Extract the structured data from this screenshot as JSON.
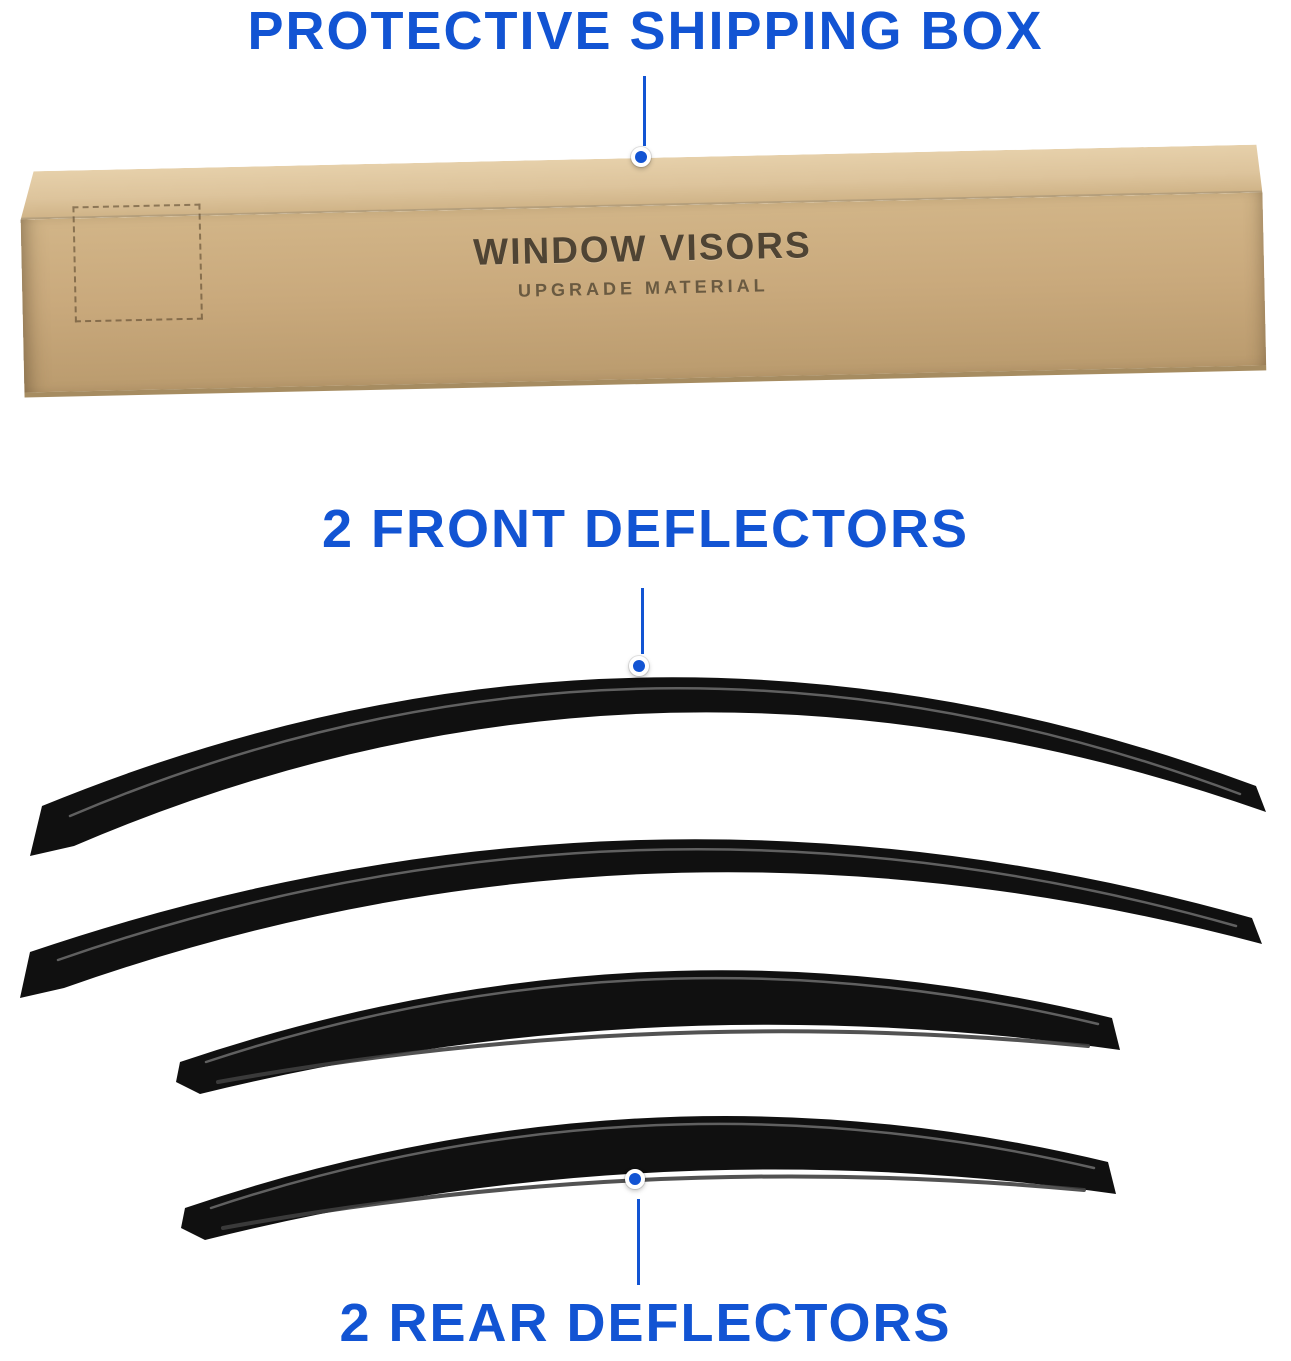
{
  "colors": {
    "accent_blue": "#1254d3",
    "kraft_front": "#c9a97c",
    "kraft_top": "#ddc49c",
    "kraft_dark": "#a68c61",
    "visor_black": "#101010",
    "box_text": "#4f4434"
  },
  "callouts": {
    "box": {
      "label": "PROTECTIVE SHIPPING BOX"
    },
    "front": {
      "label": "2 FRONT DEFLECTORS"
    },
    "rear": {
      "label": "2 REAR DEFLECTORS"
    }
  },
  "box": {
    "title": "WINDOW VISORS",
    "subtitle": "UPGRADE MATERIAL"
  }
}
